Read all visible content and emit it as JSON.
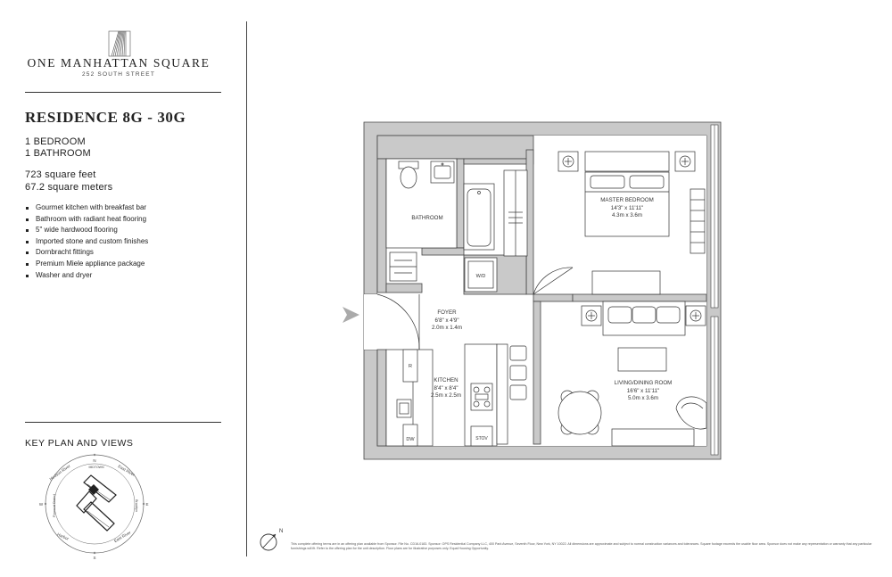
{
  "header": {
    "building_name": "ONE MANHATTAN SQUARE",
    "building_address": "252 SOUTH STREET"
  },
  "residence": {
    "title": "RESIDENCE 8G - 30G",
    "bedrooms": "1 BEDROOM",
    "bathrooms": "1 BATHROOM",
    "area_sqft": "723 square feet",
    "area_sqm": "67.2 square meters"
  },
  "features": [
    "Gourmet kitchen with breakfast bar",
    "Bathroom with radiant heat flooring",
    "5\" wide hardwood flooring",
    "Imported stone and custom finishes",
    "Dornbracht fittings",
    "Premium Miele appliance package",
    "Washer and dryer"
  ],
  "key_plan": {
    "title": "KEY PLAN AND VIEWS",
    "labels": {
      "north": "N",
      "east": "E",
      "south": "S",
      "west": "W",
      "river_east": "East River",
      "river_hudson": "Hudson River",
      "harbor": "Harbor",
      "east_river_bottom": "East River",
      "brooklyn": "Brooklyn",
      "midtown": "MIDTOWN",
      "financial_district": "Financial District"
    }
  },
  "floor_plan": {
    "rooms": [
      {
        "id": "bathroom",
        "name": "BATHROOM",
        "dims_imperial": "",
        "dims_metric": ""
      },
      {
        "id": "master-bedroom",
        "name": "MASTER BEDROOM",
        "dims_imperial": "14'3\" x 11'11\"",
        "dims_metric": "4.3m x 3.6m"
      },
      {
        "id": "foyer",
        "name": "FOYER",
        "dims_imperial": "6'8\" x 4'9\"",
        "dims_metric": "2.0m x 1.4m"
      },
      {
        "id": "kitchen",
        "name": "KITCHEN",
        "dims_imperial": "8'4\" x 8'4\"",
        "dims_metric": "2.5m x 2.5m"
      },
      {
        "id": "living-dining",
        "name": "LIVING/DINING ROOM",
        "dims_imperial": "16'6\" x 11'11\"",
        "dims_metric": "5.0m x 3.6m"
      }
    ],
    "appliance_labels": {
      "washer_dryer": "W/D",
      "refrigerator": "R",
      "dishwasher": "DW",
      "stove": "STOV"
    }
  },
  "compass": {
    "north_label": "N"
  },
  "disclaimer": "This complete offering terms are in an offering plan available from Sponsor. File No. CD16-0183. Sponsor: OPS Residential Company LLC, 400 Park Avenue, Seventh Floor, New York, NY 10022. All dimensions are approximate and subject to normal construction variances and tolerances. Square footage exceeds the usable floor area. Sponsor does not make any representation or warranty that any particular furnishings will fit. Refer to the offering plan for the unit description. Floor plans are for illustrative purposes only. Equal Housing Opportunity."
}
